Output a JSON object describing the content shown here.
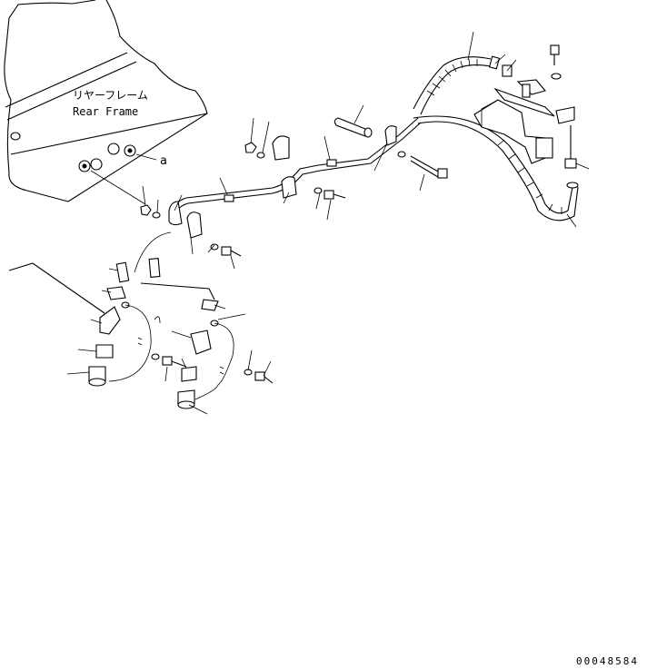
{
  "frame_label_jp": "リヤーフレーム",
  "frame_label_en": "Rear Frame",
  "marker_a": "a",
  "ref_marker": "a",
  "drawing_number": "00048584"
}
